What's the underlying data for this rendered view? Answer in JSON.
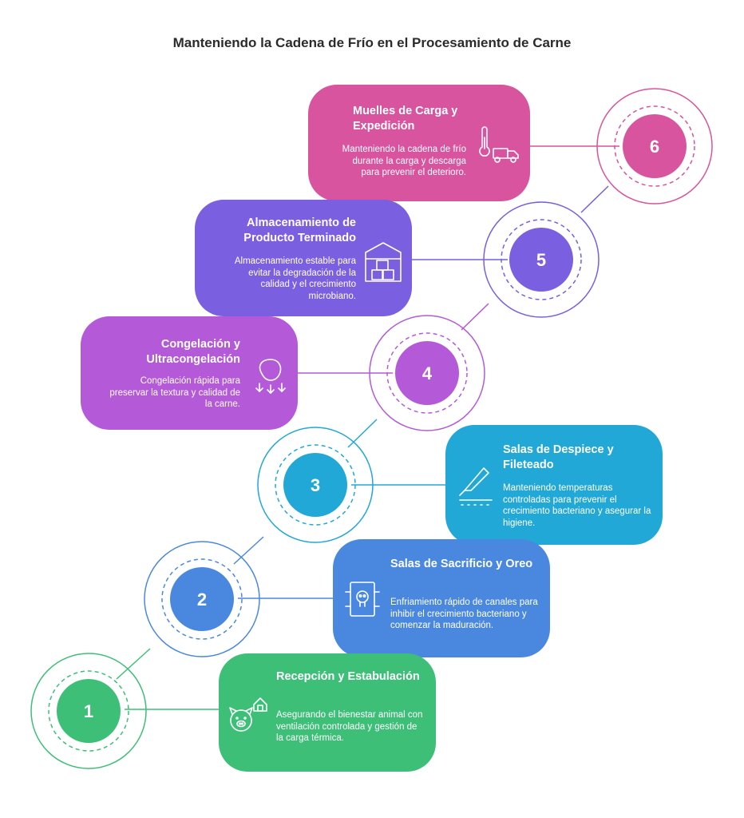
{
  "title": "Manteniendo la Cadena de Frío en el Procesamiento de Carne",
  "steps": [
    {
      "number": "1",
      "color": "#3dbf78",
      "title": "Recepción y Estabulación",
      "description": "Asegurando el bienestar animal con ventilación controlada y gestión de la carga térmica.",
      "icon": "pig-barn-icon"
    },
    {
      "number": "2",
      "color": "#4a88e0",
      "title": "Salas de Sacrificio y Oreo",
      "description": "Enfriamiento rápido de canales para inhibir el crecimiento bacteriano y comenzar la maduración.",
      "icon": "cold-room-skull-icon"
    },
    {
      "number": "3",
      "color": "#22a8d6",
      "title": "Salas de Despiece y Fileteado",
      "description": "Manteniendo temperaturas controladas para prevenir el crecimiento bacteriano y asegurar la higiene.",
      "icon": "knife-icon"
    },
    {
      "number": "4",
      "color": "#b45ad9",
      "title": "Congelación y Ultracongelación",
      "description": "Congelación rápida para preservar la textura y calidad de la carne.",
      "icon": "freezing-icon"
    },
    {
      "number": "5",
      "color": "#7a5fe0",
      "title": "Almacenamiento de Producto Terminado",
      "description": "Almacenamiento estable para evitar la degradación de la calidad y el crecimiento microbiano.",
      "icon": "warehouse-boxes-icon"
    },
    {
      "number": "6",
      "color": "#d9549e",
      "title": "Muelles de Carga y Expedición",
      "description": "Manteniendo la cadena de frío durante la carga y descarga para prevenir el deterioro.",
      "icon": "thermometer-truck-icon"
    }
  ]
}
